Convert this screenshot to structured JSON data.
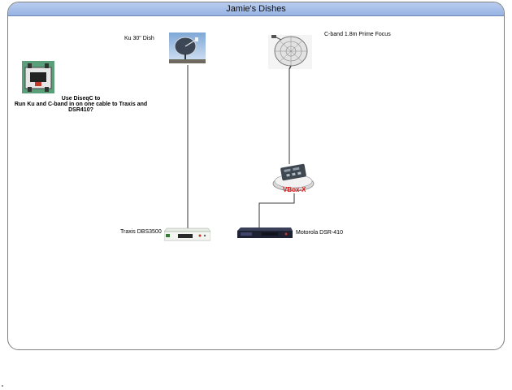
{
  "diagram": {
    "title": "Jamie's Dishes",
    "nodes": {
      "ku_dish": {
        "label": "Ku 30\" Dish",
        "icon": "satellite-dish-icon"
      },
      "cband_dish": {
        "label": "C-band 1.8m Prime Focus",
        "icon": "mesh-dish-icon"
      },
      "vbox": {
        "label": "VBox-X",
        "icon": "motor-controller-icon"
      },
      "traxis": {
        "label": "Traxis DBS3500",
        "icon": "receiver-icon"
      },
      "motorola": {
        "label": "Motorola DSR-410",
        "icon": "receiver-icon"
      },
      "diseqc": {
        "icon": "diseqc-switch-icon"
      }
    },
    "note": {
      "line1": "Use DiseqC to",
      "line2": "Run Ku and C-band in on one cable to Traxis and",
      "line3": "DSR410?"
    },
    "colors": {
      "title_bar": "#a9c1ea",
      "connector": "#000000",
      "vbox_text": "#d91a1a"
    }
  }
}
